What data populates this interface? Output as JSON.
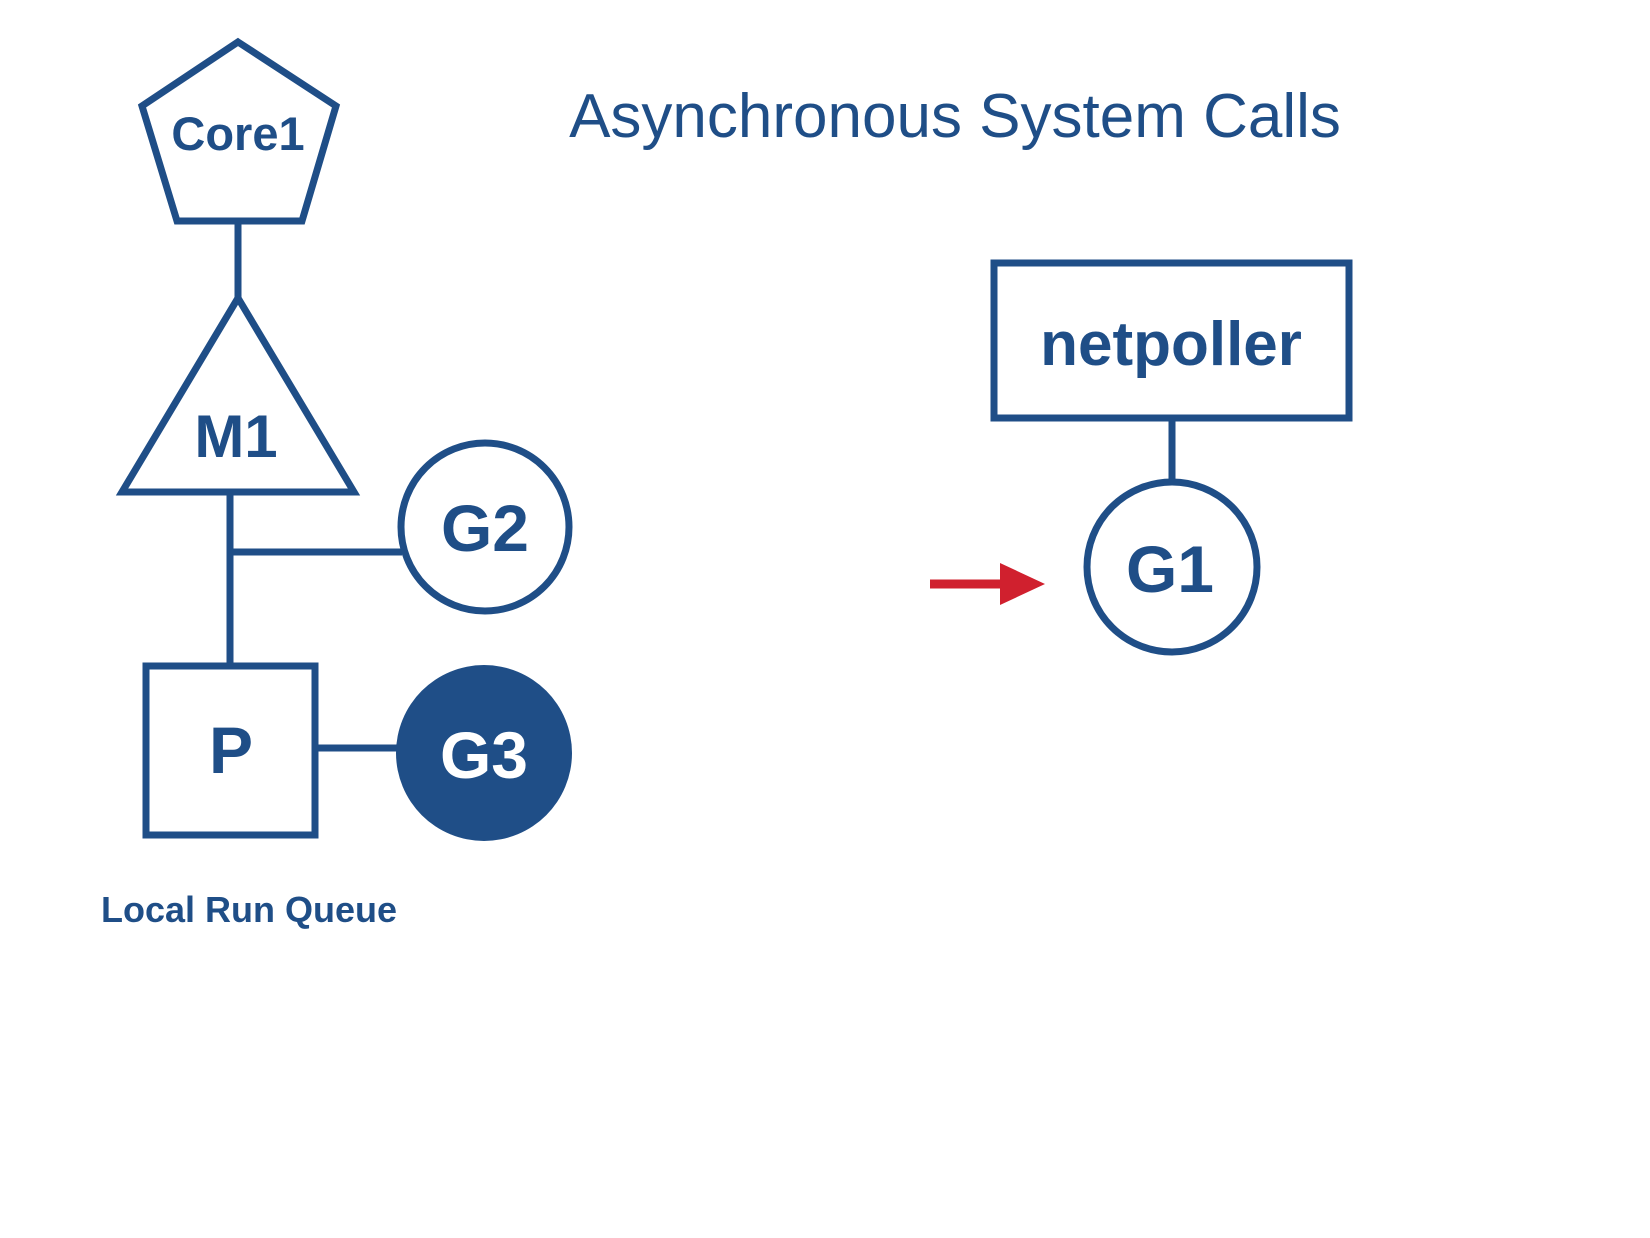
{
  "title": "Asynchronous System Calls",
  "colors": {
    "primary": "#1f4e87",
    "arrow": "#d0202e",
    "background": "#ffffff",
    "filled_text": "#ffffff"
  },
  "nodes": {
    "core": {
      "label": "Core1",
      "shape": "pentagon"
    },
    "machine": {
      "label": "M1",
      "shape": "triangle"
    },
    "processor": {
      "label": "P",
      "shape": "square"
    },
    "g2": {
      "label": "G2",
      "shape": "circle",
      "filled": false
    },
    "g3": {
      "label": "G3",
      "shape": "circle",
      "filled": true
    },
    "netpoller": {
      "label": "netpoller",
      "shape": "rectangle"
    },
    "g1": {
      "label": "G1",
      "shape": "circle",
      "filled": false
    }
  },
  "captions": {
    "local_run_queue": "Local Run Queue"
  },
  "arrow": {
    "icon": "right-arrow-icon",
    "points_to": "G1"
  }
}
